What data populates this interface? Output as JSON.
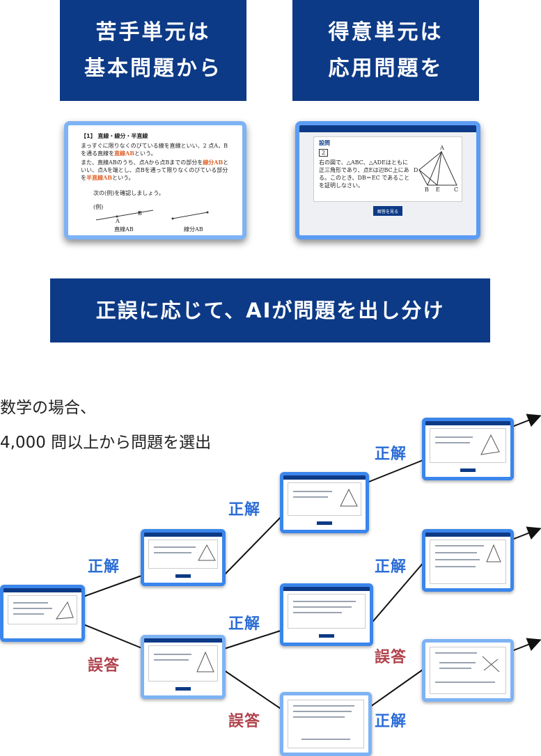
{
  "headers": {
    "weak": {
      "line1": "苦手単元は",
      "line2": "基本問題から"
    },
    "strong": {
      "line1": "得意単元は",
      "line2": "応用問題を"
    }
  },
  "banner": "正誤に応じて、AIが問題を出し分け",
  "intro": {
    "line1": "数学の場合、",
    "line2": "4,000 問以上から問題を選出"
  },
  "basic_sample": {
    "heading": "【1】 直線・線分・半直線",
    "p1a": "まっすぐに限りなくのびている線を直線といい、2 点A，Bを通る直線を",
    "p1b": "直線AB",
    "p1c": "という。",
    "p2a": "また、直線ABのうち、点Aから点Bまでの部分を",
    "p2b": "線分AB",
    "p2c": "といい、点Aを端とし、点Bを通って限りなくのびている部分を",
    "p2d": "半直線AB",
    "p2e": "という。",
    "p3": "次の(例)を確認しましょう。",
    "example": "(例)",
    "cap_line": "直線AB",
    "cap_segment": "線分AB",
    "pt_a": "A",
    "pt_b": "B"
  },
  "applied_sample": {
    "tag": "設問",
    "num": "2",
    "q1": "右の図で、△ABC、△ADEはともに正三角形であり、点Eは辺BC上にある。このとき、",
    "q2": "DB＝EC であることを証明しなさい。",
    "answer_button": "解答を見る",
    "pt_a": "A",
    "pt_b": "B",
    "pt_c": "C",
    "pt_d": "D",
    "pt_e": "E"
  },
  "flow_labels": {
    "correct": "正解",
    "wrong": "誤答"
  },
  "colors": {
    "navy": "#0d3a86",
    "blue_border": "#3a86ec",
    "light_border": "#7db3f5",
    "correct": "#2a6cd6",
    "wrong": "#b0424c"
  }
}
